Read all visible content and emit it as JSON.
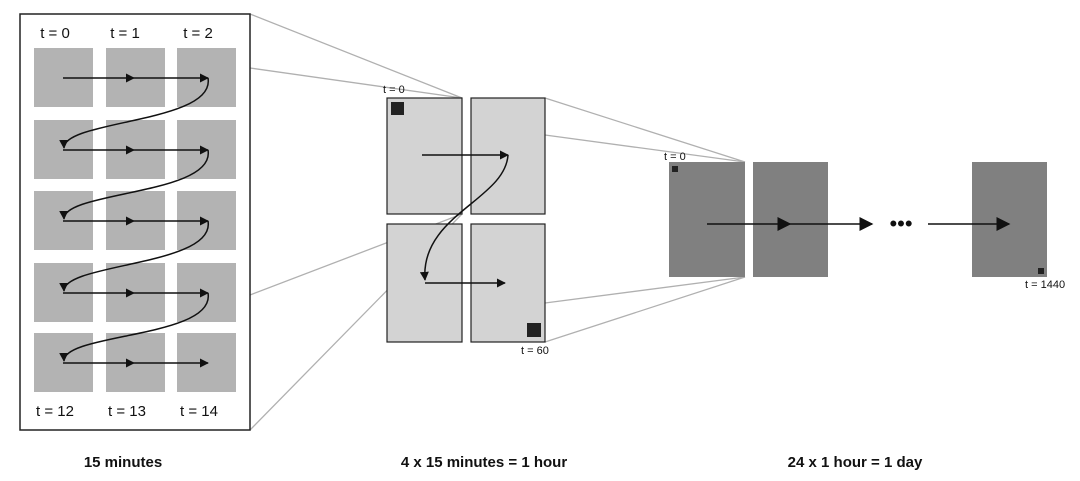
{
  "colors": {
    "background": "#ffffff",
    "panel_border": "#222222",
    "connector_line": "#b0b0b0",
    "cell_15min": "#b3b3b3",
    "cell_hour": "#d3d3d3",
    "cell_day": "#808080",
    "marker": "#222222",
    "arrow": "#111111"
  },
  "panel_15min": {
    "top_labels": [
      "t = 0",
      "t = 1",
      "t = 2"
    ],
    "bottom_labels": [
      "t = 12",
      "t = 13",
      "t = 14"
    ],
    "rows": 5,
    "cols": 3,
    "caption": "15 minutes"
  },
  "panel_hour": {
    "start_label": "t = 0",
    "end_label": "t = 60",
    "blocks": 4,
    "caption": "4 x 15 minutes = 1 hour"
  },
  "panel_day": {
    "start_label": "t = 0",
    "end_label": "t = 1440",
    "ellipsis": "•••",
    "caption": "24 x 1 hour = 1 day"
  }
}
